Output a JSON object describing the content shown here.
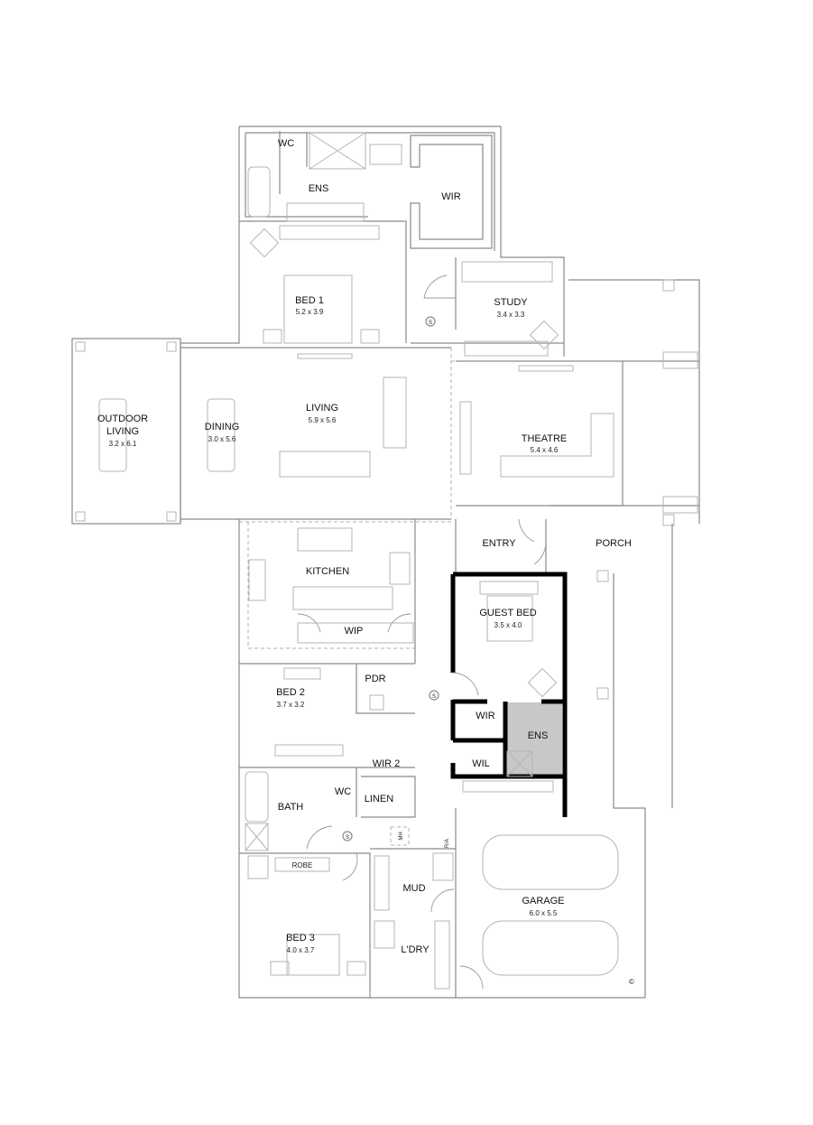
{
  "rooms": {
    "wc_master": {
      "name": "WC"
    },
    "ens_master": {
      "name": "ENS"
    },
    "wir_master": {
      "name": "WIR"
    },
    "bed1": {
      "name": "BED 1",
      "size": "5.2 x 3.9"
    },
    "study": {
      "name": "STUDY",
      "size": "3.4 x 3.3"
    },
    "outdoor": {
      "name_line1": "OUTDOOR",
      "name_line2": "LIVING",
      "size": "3.2 x 6.1"
    },
    "dining": {
      "name": "DINING",
      "size": "3.0 x 5.6"
    },
    "living": {
      "name": "LIVING",
      "size": "5.9 x 5.6"
    },
    "theatre": {
      "name": "THEATRE",
      "size": "5.4 x 4.6"
    },
    "entry": {
      "name": "ENTRY"
    },
    "porch": {
      "name": "PORCH"
    },
    "kitchen": {
      "name": "KITCHEN"
    },
    "wip": {
      "name": "WIP"
    },
    "guest_bed": {
      "name": "GUEST BED",
      "size": "3.5 x 4.0"
    },
    "wir_guest": {
      "name": "WIR"
    },
    "ens_guest": {
      "name": "ENS"
    },
    "wil": {
      "name": "WIL"
    },
    "bed2": {
      "name": "BED 2",
      "size": "3.7 x 3.2"
    },
    "pdr": {
      "name": "PDR"
    },
    "wir2": {
      "name": "WIR 2"
    },
    "bath": {
      "name": "BATH"
    },
    "wc": {
      "name": "WC"
    },
    "linen": {
      "name": "LINEN"
    },
    "robe": {
      "name": "ROBE"
    },
    "mud": {
      "name": "MUD"
    },
    "bed3": {
      "name": "BED 3",
      "size": "4.0 x 3.7"
    },
    "laundry": {
      "name": "L'DRY"
    },
    "garage": {
      "name": "GARAGE",
      "size": "6.0 x 5.5"
    }
  },
  "symbols": {
    "smoke": "S",
    "manhole": "MH",
    "return_air": "R/A",
    "copyright": "©"
  },
  "colors": {
    "wall": "#8a8a8a",
    "highlight_wall": "#000000",
    "highlight_fill": "#c8c8c8"
  }
}
